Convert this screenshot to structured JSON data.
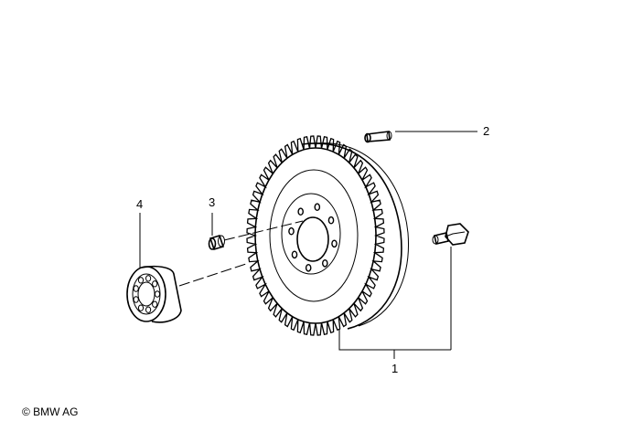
{
  "callouts": [
    {
      "label": "1"
    },
    {
      "label": "2"
    },
    {
      "label": "3"
    },
    {
      "label": "4"
    }
  ],
  "copyright": "© BMW AG"
}
